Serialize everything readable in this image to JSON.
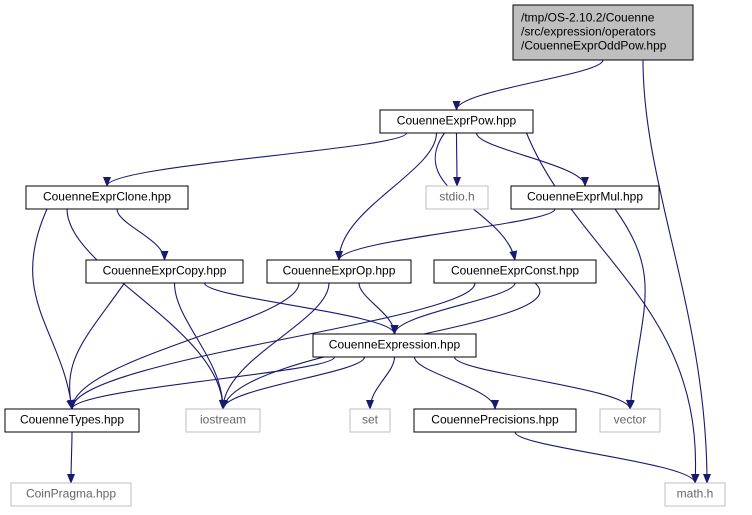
{
  "colors": {
    "edge": "#191970",
    "root_fill": "#bfbfbf",
    "system_border": "#bfbfbf"
  },
  "nodes": [
    {
      "id": "root",
      "label": [
        "/tmp/OS-2.10.2/Couenne",
        "/src/expression/operators",
        "/CouenneExprOddPow.hpp"
      ],
      "kind": "root"
    },
    {
      "id": "pow",
      "label": [
        "CouenneExprPow.hpp"
      ],
      "kind": "normal"
    },
    {
      "id": "clone",
      "label": [
        "CouenneExprClone.hpp"
      ],
      "kind": "normal"
    },
    {
      "id": "stdio",
      "label": [
        "stdio.h"
      ],
      "kind": "system"
    },
    {
      "id": "mul",
      "label": [
        "CouenneExprMul.hpp"
      ],
      "kind": "normal"
    },
    {
      "id": "copy",
      "label": [
        "CouenneExprCopy.hpp"
      ],
      "kind": "normal"
    },
    {
      "id": "op",
      "label": [
        "CouenneExprOp.hpp"
      ],
      "kind": "normal"
    },
    {
      "id": "const",
      "label": [
        "CouenneExprConst.hpp"
      ],
      "kind": "normal"
    },
    {
      "id": "expression",
      "label": [
        "CouenneExpression.hpp"
      ],
      "kind": "normal"
    },
    {
      "id": "types",
      "label": [
        "CouenneTypes.hpp"
      ],
      "kind": "normal"
    },
    {
      "id": "iostream",
      "label": [
        "iostream"
      ],
      "kind": "system"
    },
    {
      "id": "set",
      "label": [
        "set"
      ],
      "kind": "system"
    },
    {
      "id": "precisions",
      "label": [
        "CouennePrecisions.hpp"
      ],
      "kind": "normal"
    },
    {
      "id": "vector",
      "label": [
        "vector"
      ],
      "kind": "system"
    },
    {
      "id": "coinpragma",
      "label": [
        "CoinPragma.hpp"
      ],
      "kind": "system"
    },
    {
      "id": "math",
      "label": [
        "math.h"
      ],
      "kind": "system"
    }
  ],
  "edges": [
    [
      "root",
      "pow"
    ],
    [
      "root",
      "math"
    ],
    [
      "pow",
      "clone"
    ],
    [
      "pow",
      "stdio"
    ],
    [
      "pow",
      "mul"
    ],
    [
      "pow",
      "op"
    ],
    [
      "pow",
      "const"
    ],
    [
      "pow",
      "math"
    ],
    [
      "clone",
      "copy"
    ],
    [
      "clone",
      "types"
    ],
    [
      "clone",
      "iostream"
    ],
    [
      "copy",
      "expression"
    ],
    [
      "copy",
      "types"
    ],
    [
      "copy",
      "iostream"
    ],
    [
      "mul",
      "op"
    ],
    [
      "mul",
      "vector"
    ],
    [
      "op",
      "expression"
    ],
    [
      "op",
      "types"
    ],
    [
      "op",
      "iostream"
    ],
    [
      "const",
      "expression"
    ],
    [
      "const",
      "types"
    ],
    [
      "const",
      "iostream"
    ],
    [
      "expression",
      "types"
    ],
    [
      "expression",
      "iostream"
    ],
    [
      "expression",
      "set"
    ],
    [
      "expression",
      "precisions"
    ],
    [
      "expression",
      "vector"
    ],
    [
      "types",
      "coinpragma"
    ],
    [
      "precisions",
      "math"
    ]
  ]
}
